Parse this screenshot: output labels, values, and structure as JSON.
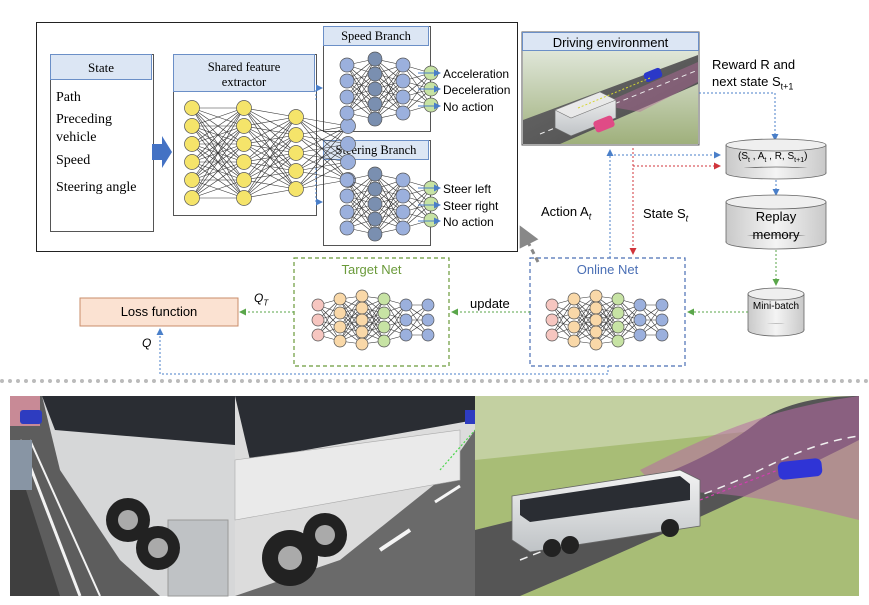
{
  "state_panel": {
    "header": "State",
    "items": [
      "Path",
      "Preceding vehicle",
      "Speed",
      "Steering angle"
    ]
  },
  "shared_extractor": {
    "header": "Shared feature extractor"
  },
  "speed_branch": {
    "header": "Speed Branch",
    "outputs": [
      "Acceleration",
      "Deceleration",
      "No action"
    ]
  },
  "steering_branch": {
    "header": "Steering Branch",
    "outputs": [
      "Steer left",
      "Steer right",
      "No action"
    ]
  },
  "environment": {
    "title": "Driving environment"
  },
  "reward_label": {
    "line1": "Reward R and",
    "line2": "next state S",
    "sub": "t+1"
  },
  "transition": {
    "text": "(S",
    "a": "t",
    "b": " , A",
    "c": "t",
    "d": " , R, S",
    "e": "t+1",
    "f": ")"
  },
  "replay": {
    "label": "Replay memory"
  },
  "minibatch": {
    "label": "Mini-batch"
  },
  "action_label": {
    "text": "Action A",
    "sub": "t"
  },
  "state_label": {
    "text": "State S",
    "sub": "t"
  },
  "online_net": {
    "label": "Online Net"
  },
  "target_net": {
    "label": "Target Net"
  },
  "update_label": "update",
  "loss": {
    "label": "Loss function"
  },
  "qt_label": {
    "text": "Q",
    "sub": "T"
  },
  "q_label": "Q",
  "colors": {
    "online": "#4a6fb5",
    "target": "#6a9a3a",
    "loss_fill": "#fbe2d2",
    "node_yellow": "#f5e46a",
    "node_blue": "#9bb0dd",
    "node_slate": "#7a8fb0",
    "node_green": "#c7e3a4",
    "node_pink": "#f6c6c0",
    "node_orange": "#f9d8a8",
    "arrow_blue": "#4a7fc9",
    "arrow_red": "#d0343b",
    "arrow_green": "#5aa64a"
  }
}
